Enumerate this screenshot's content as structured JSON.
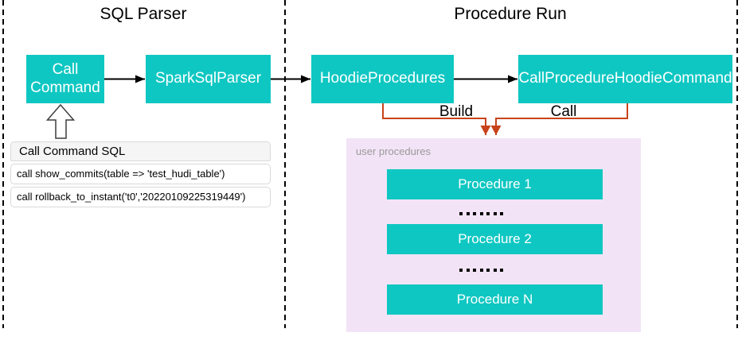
{
  "sections": {
    "sql_parser_title": "SQL Parser",
    "procedure_run_title": "Procedure Run"
  },
  "nodes": {
    "call_command": "Call Command",
    "spark_sql_parser": "SparkSqlParser",
    "hoodie_procedures": "HoodieProcedures",
    "call_procedure_hoodie_command": "CallProcedureHoodieCommand"
  },
  "edge_labels": {
    "build": "Build",
    "call": "Call"
  },
  "sql_box": {
    "title": "Call Command SQL",
    "rows": [
      "call show_commits(table => 'test_hudi_table')",
      "call rollback_to_instant('t0','20220109225319449')"
    ]
  },
  "user_procedures": {
    "label": "user procedures",
    "items": [
      "Procedure 1",
      "Procedure 2",
      "Procedure N"
    ],
    "ellipsis_dot_count": 7
  },
  "colors": {
    "node_fill": "#0FC7C2",
    "node_text": "#FFFFFF",
    "connector_black": "#000000",
    "connector_orange": "#C8431B",
    "procedures_container_fill": "#F2E4F6",
    "procedures_label_text": "#999999",
    "sql_header_fill": "#F5F5F5",
    "sql_border": "#D9D9D9"
  }
}
